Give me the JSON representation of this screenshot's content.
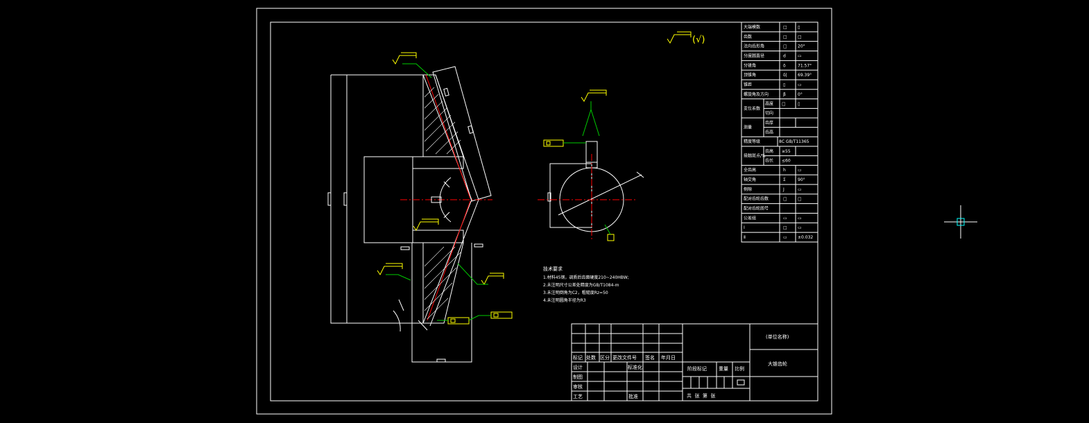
{
  "params_table": [
    {
      "name": "大端模数",
      "symbol": "□",
      "value": "▯"
    },
    {
      "name": "齿数",
      "symbol": "□",
      "value": "□"
    },
    {
      "name": "法向齿形角",
      "symbol": "□",
      "value": "20°"
    },
    {
      "name": "分度圆直径",
      "symbol": "d",
      "value": "▭"
    },
    {
      "name": "分锥角",
      "symbol": "δ",
      "value": "71.57°"
    },
    {
      "name": "顶锥角",
      "symbol": "δ|",
      "value": "69.39°"
    },
    {
      "name": "锥距",
      "symbol": "▯",
      "value": "▭"
    },
    {
      "name": "螺旋角及方向",
      "symbol": "β",
      "value": "0°"
    },
    {
      "name": "变位系数",
      "symbol_top": "高度",
      "symbol_bottom": "切向",
      "value_top": "□",
      "value_mid": "▯"
    },
    {
      "name": "测量",
      "symbol_top": "齿厚",
      "symbol_bottom": "齿高"
    },
    {
      "name": "精度等级",
      "value": "8C GB/T11365"
    },
    {
      "name": "接触斑点/%",
      "symbol_top": "齿高",
      "value_top": "≥55",
      "symbol_bottom": "齿长",
      "value_bottom": "≤60"
    },
    {
      "name": "全齿高",
      "symbol": "h",
      "value": "▭"
    },
    {
      "name": "轴交角",
      "symbol": "Σ",
      "value": "90°"
    },
    {
      "name": "侧隙",
      "symbol": "J",
      "value": "▭"
    },
    {
      "name": "配对齿轮齿数",
      "symbol": "□",
      "value": "□"
    },
    {
      "name": "配对齿轮图号",
      "symbol": "",
      "value": ""
    },
    {
      "name": "公差组",
      "symbol": "▭",
      "value": "▭"
    },
    {
      "name": "Ⅰ",
      "symbol": "□",
      "value": "▭"
    },
    {
      "name": "Ⅱ",
      "symbol": "▭",
      "value": "±0.032"
    }
  ],
  "roughness_note": "(√)",
  "tech_req": {
    "title": "技术要求",
    "lines": [
      "1.材料45钢，调质后齿面硬度210~240HBW;",
      "2.未注明尺寸公差处精度为GB/T1084-m",
      "3.未注明倒角为C2，粗糙度Rz=50",
      "4.未注明圆角半径为R3"
    ]
  },
  "title_block": {
    "unit_name": "(单位名称)",
    "drawing_name": "大锥齿轮",
    "header_cols": [
      "标记",
      "处数",
      "区分",
      "更改文件号",
      "签名",
      "年月日"
    ],
    "row_labels": [
      "设计",
      "制图",
      "审核",
      "工艺"
    ],
    "standardize": "标准化",
    "approve": "批准",
    "stage_mark": "阶段标记",
    "weight": "重量",
    "scale": "比例",
    "sheets": "共  张  第  张"
  }
}
